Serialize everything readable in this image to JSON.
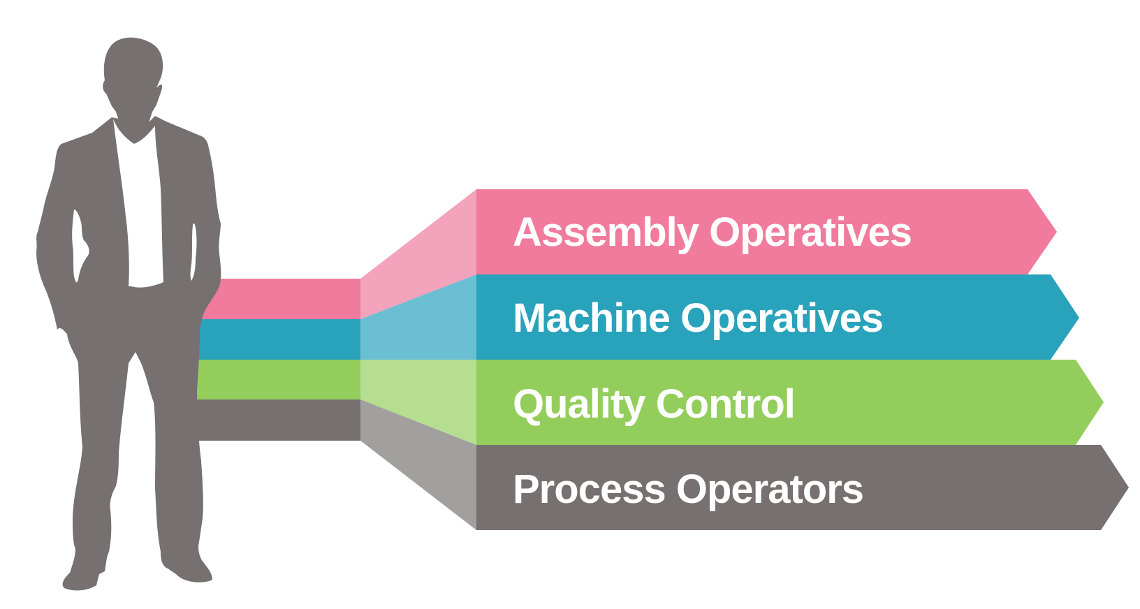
{
  "colors": {
    "background": "#ffffff",
    "figure": "#767170",
    "shirt": "#ffffff"
  },
  "figure": {
    "icon": "businessman-silhouette-icon"
  },
  "bands": [
    {
      "label": "Assembly Operatives",
      "color": "#f07b9c",
      "connector_color": "#f3a3bb"
    },
    {
      "label": "Machine Operatives",
      "color": "#29a2bb",
      "connector_color": "#6bbfd2"
    },
    {
      "label": "Quality Control",
      "color": "#93ce5c",
      "connector_color": "#b6de91"
    },
    {
      "label": "Process Operators",
      "color": "#767170",
      "connector_color": "#a2a09e"
    }
  ]
}
